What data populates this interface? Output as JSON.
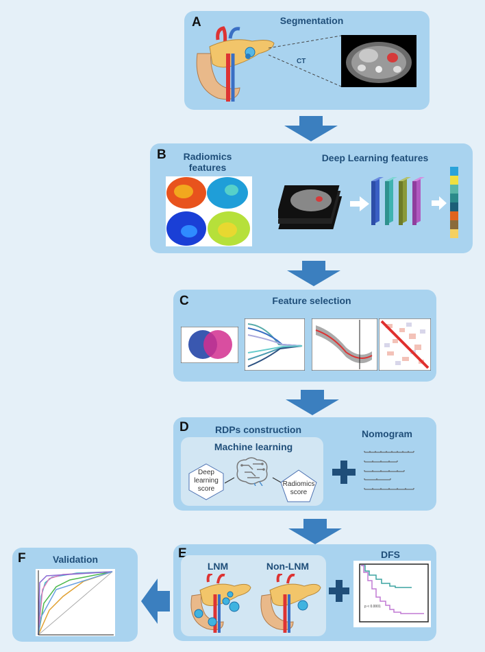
{
  "panels": {
    "a": {
      "letter": "A",
      "title": "Segmentation",
      "ct_label": "CT"
    },
    "b": {
      "letter": "B",
      "title_left": "Radiomics\nfeatures",
      "title_right": "Deep Learning  features"
    },
    "c": {
      "letter": "C",
      "title": "Feature selection"
    },
    "d": {
      "letter": "D",
      "title": "RDPs construction",
      "inner_title": "Machine learning",
      "node_left": "Deep\nlearning\nscore",
      "node_right": "Radiomics\nscore",
      "nomogram": "Nomogram"
    },
    "e": {
      "letter": "E",
      "lnm": "LNM",
      "non_lnm": "Non-LNM",
      "dfs": "DFS",
      "km_pvalue": "p < 0.0001"
    },
    "f": {
      "letter": "F",
      "title": "Validation"
    }
  },
  "colors": {
    "panel_bg": "#a9d3ef",
    "arrow": "#3b7fbf",
    "title_text": "#1f4e79",
    "inner_bg": "#d2e6f3"
  }
}
